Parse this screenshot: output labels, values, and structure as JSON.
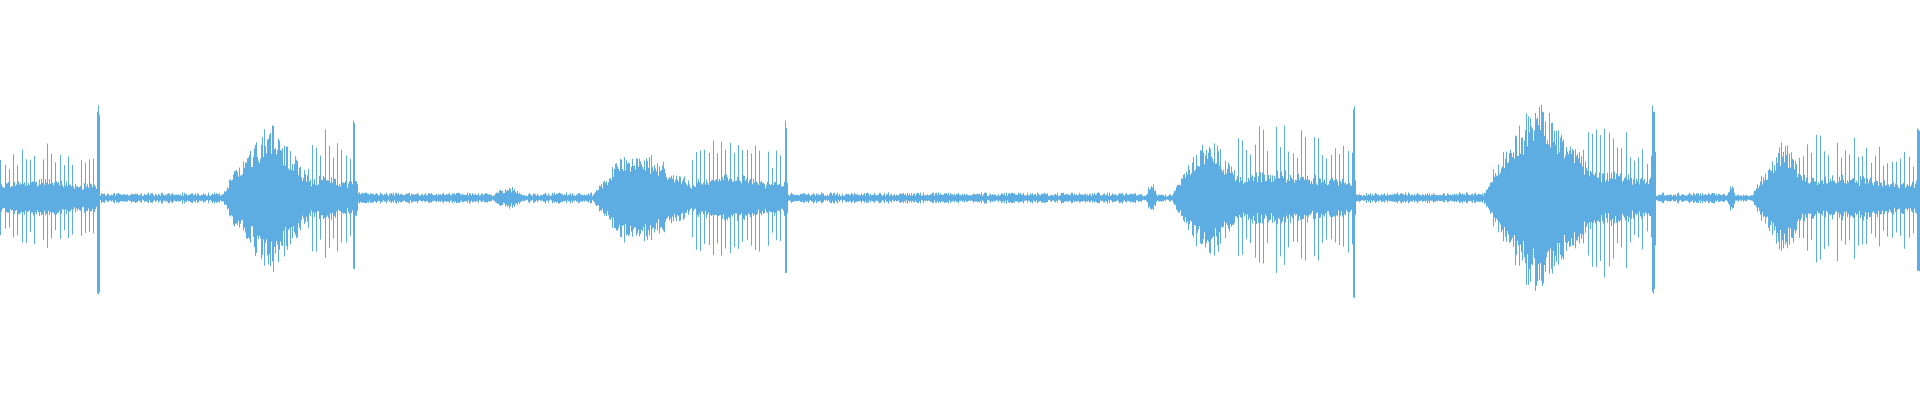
{
  "waveform": {
    "color": "#5DACE2",
    "background": "#FFFFFF",
    "baseline_amplitude": 0.02,
    "segments": [
      {
        "kind": "tick-burst",
        "start": 0.0,
        "end": 0.052,
        "amp": 0.3,
        "spike_amp": 0.5,
        "spike_at": 0.051
      },
      {
        "kind": "noise",
        "start": 0.052,
        "end": 0.115,
        "amp": 0.03
      },
      {
        "kind": "swell",
        "start": 0.115,
        "end": 0.168,
        "amp": 0.42,
        "peak_at": 0.14
      },
      {
        "kind": "tick-burst",
        "start": 0.16,
        "end": 0.186,
        "amp": 0.36,
        "spike_amp": 0.4,
        "spike_at": 0.184
      },
      {
        "kind": "noise",
        "start": 0.186,
        "end": 0.255,
        "amp": 0.03
      },
      {
        "kind": "blip",
        "start": 0.255,
        "end": 0.275,
        "amp": 0.06
      },
      {
        "kind": "noise",
        "start": 0.275,
        "end": 0.308,
        "amp": 0.03
      },
      {
        "kind": "swell",
        "start": 0.308,
        "end": 0.37,
        "amp": 0.3,
        "peak_at": 0.33
      },
      {
        "kind": "tick-burst",
        "start": 0.36,
        "end": 0.41,
        "amp": 0.36,
        "spike_amp": 0.4,
        "spike_at": 0.409
      },
      {
        "kind": "noise",
        "start": 0.41,
        "end": 0.595,
        "amp": 0.03
      },
      {
        "kind": "blip",
        "start": 0.596,
        "end": 0.603,
        "amp": 0.08
      },
      {
        "kind": "swell",
        "start": 0.61,
        "end": 0.65,
        "amp": 0.36,
        "peak_at": 0.63
      },
      {
        "kind": "tick-burst",
        "start": 0.64,
        "end": 0.706,
        "amp": 0.42,
        "spike_amp": 0.52,
        "spike_at": 0.705
      },
      {
        "kind": "noise",
        "start": 0.706,
        "end": 0.772,
        "amp": 0.03
      },
      {
        "kind": "swell",
        "start": 0.772,
        "end": 0.838,
        "amp": 0.55,
        "peak_at": 0.8
      },
      {
        "kind": "tick-burst",
        "start": 0.82,
        "end": 0.862,
        "amp": 0.42,
        "spike_amp": 0.5,
        "spike_at": 0.861
      },
      {
        "kind": "noise",
        "start": 0.862,
        "end": 0.898,
        "amp": 0.03
      },
      {
        "kind": "blip",
        "start": 0.899,
        "end": 0.904,
        "amp": 0.07
      },
      {
        "kind": "swell",
        "start": 0.912,
        "end": 0.945,
        "amp": 0.33,
        "peak_at": 0.93
      },
      {
        "kind": "tick-burst",
        "start": 0.93,
        "end": 1.0,
        "amp": 0.36,
        "spike_amp": 0.4,
        "spike_at": 0.999
      }
    ]
  }
}
